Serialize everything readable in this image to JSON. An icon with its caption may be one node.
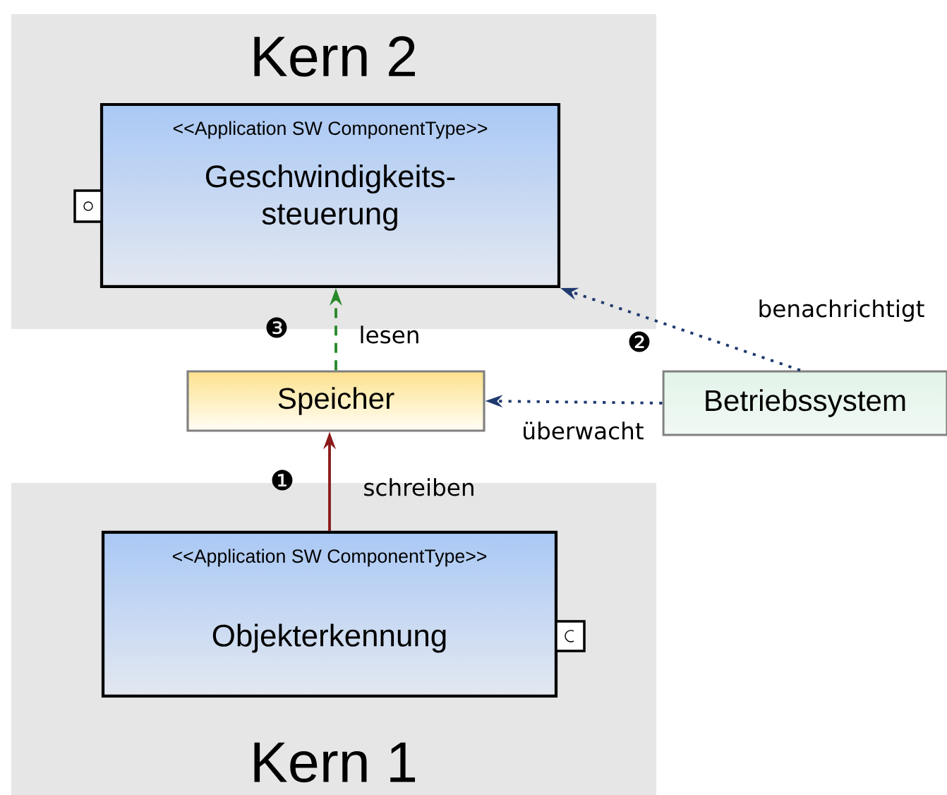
{
  "diagram": {
    "nodes": [
      {
        "text": [
          "Kern 2"
        ]
      },
      {
        "text": [
          "<<Application SW ComponentType>>",
          "Geschwindigkeits- steuerung"
        ],
        "in": 0
      },
      {
        "text": [
          "Speicher"
        ]
      },
      {
        "text": [
          "Betriebssystem"
        ]
      },
      {
        "text": [
          "Kern 1"
        ]
      },
      {
        "text": [
          "<<Application SW ComponentType>>",
          "Objekterkennung"
        ],
        "in": 4
      }
    ],
    "edges": [
      {
        "from": 5,
        "to": 2,
        "arrow": "to",
        "label": "schreiben",
        "color": "#8b1a1a"
      },
      {
        "from": 2,
        "to": 1,
        "arrow": "to",
        "label": "lesen",
        "style": "dashed",
        "color": "#2a8a2a"
      },
      {
        "from": 3,
        "to": 1,
        "arrow": "to",
        "label": "benachrichtigt",
        "style": "dashed",
        "color": "#1f3a6e"
      },
      {
        "from": 3,
        "to": 2,
        "arrow": "to",
        "label": "überwacht",
        "style": "dashed",
        "color": "#1f3a6e"
      }
    ],
    "labels": [
      "❸",
      "❷",
      "❶"
    ]
  }
}
